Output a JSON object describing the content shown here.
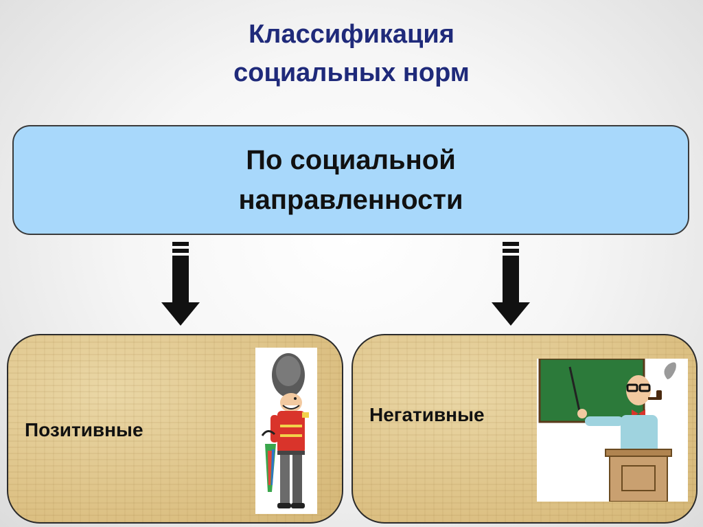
{
  "title": {
    "line1": "Классификация",
    "line2": "социальных норм"
  },
  "criterion": {
    "line1": "По социальной",
    "line2": "направленности"
  },
  "categories": [
    {
      "label": "Позитивные",
      "illustration": "royal-guard-illustration"
    },
    {
      "label": "Негативные",
      "illustration": "teacher-at-blackboard-illustration"
    }
  ],
  "colors": {
    "title": "#1f2a7a",
    "criterion_fill": "#a8d8fb",
    "category_fill": "#e2c98f",
    "arrow": "#111111"
  }
}
